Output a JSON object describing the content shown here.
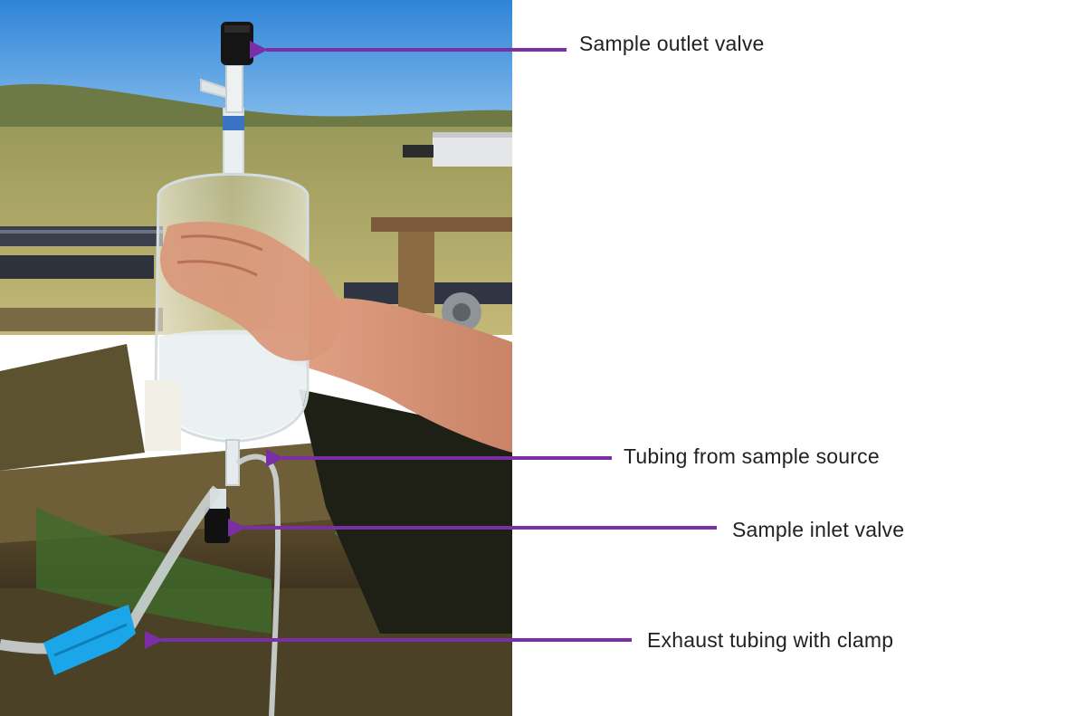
{
  "callouts": {
    "outlet": "Sample outlet valve",
    "tubing": "Tubing from sample source",
    "inlet": "Sample inlet valve",
    "exhaust": "Exhaust tubing with clamp"
  },
  "colors": {
    "arrow": "#7a2fa6",
    "label_text": "#222222",
    "sky": "#3e8fdc",
    "grass": "#b6ae6e",
    "clamp": "#1aa6e8"
  }
}
